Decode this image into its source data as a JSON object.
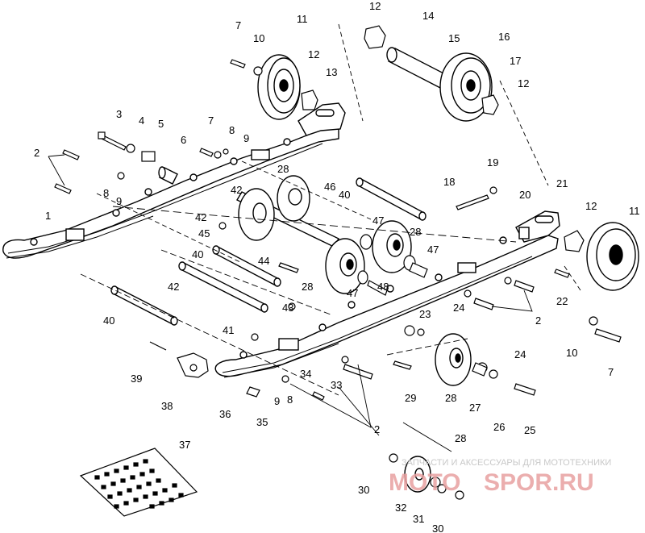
{
  "diagram": {
    "type": "exploded-parts-view",
    "line_color": "#000000",
    "background": "#ffffff",
    "part_labels": [
      {
        "id": "p1",
        "text": "1"
      },
      {
        "id": "p2a",
        "text": "2"
      },
      {
        "id": "p2b",
        "text": "2"
      },
      {
        "id": "p2c",
        "text": "2"
      },
      {
        "id": "p3",
        "text": "3"
      },
      {
        "id": "p4",
        "text": "4"
      },
      {
        "id": "p5",
        "text": "5"
      },
      {
        "id": "p6",
        "text": "6"
      },
      {
        "id": "p7a",
        "text": "7"
      },
      {
        "id": "p7b",
        "text": "7"
      },
      {
        "id": "p7c",
        "text": "7"
      },
      {
        "id": "p8a",
        "text": "8"
      },
      {
        "id": "p8b",
        "text": "8"
      },
      {
        "id": "p8c",
        "text": "8"
      },
      {
        "id": "p9a",
        "text": "9"
      },
      {
        "id": "p9b",
        "text": "9"
      },
      {
        "id": "p9c",
        "text": "9"
      },
      {
        "id": "p10a",
        "text": "10"
      },
      {
        "id": "p10b",
        "text": "10"
      },
      {
        "id": "p11a",
        "text": "11"
      },
      {
        "id": "p11b",
        "text": "11"
      },
      {
        "id": "p12a",
        "text": "12"
      },
      {
        "id": "p12b",
        "text": "12"
      },
      {
        "id": "p12c",
        "text": "12"
      },
      {
        "id": "p12d",
        "text": "12"
      },
      {
        "id": "p13",
        "text": "13"
      },
      {
        "id": "p14",
        "text": "14"
      },
      {
        "id": "p15",
        "text": "15"
      },
      {
        "id": "p16",
        "text": "16"
      },
      {
        "id": "p17",
        "text": "17"
      },
      {
        "id": "p18",
        "text": "18"
      },
      {
        "id": "p19",
        "text": "19"
      },
      {
        "id": "p20",
        "text": "20"
      },
      {
        "id": "p21",
        "text": "21"
      },
      {
        "id": "p22",
        "text": "22"
      },
      {
        "id": "p23",
        "text": "23"
      },
      {
        "id": "p24a",
        "text": "24"
      },
      {
        "id": "p24b",
        "text": "24"
      },
      {
        "id": "p25",
        "text": "25"
      },
      {
        "id": "p26",
        "text": "26"
      },
      {
        "id": "p27",
        "text": "27"
      },
      {
        "id": "p28a",
        "text": "28"
      },
      {
        "id": "p28b",
        "text": "28"
      },
      {
        "id": "p28c",
        "text": "28"
      },
      {
        "id": "p28d",
        "text": "28"
      },
      {
        "id": "p28e",
        "text": "28"
      },
      {
        "id": "p29",
        "text": "29"
      },
      {
        "id": "p30a",
        "text": "30"
      },
      {
        "id": "p30b",
        "text": "30"
      },
      {
        "id": "p31",
        "text": "31"
      },
      {
        "id": "p32",
        "text": "32"
      },
      {
        "id": "p33",
        "text": "33"
      },
      {
        "id": "p34",
        "text": "34"
      },
      {
        "id": "p35",
        "text": "35"
      },
      {
        "id": "p36",
        "text": "36"
      },
      {
        "id": "p37",
        "text": "37"
      },
      {
        "id": "p38",
        "text": "38"
      },
      {
        "id": "p39",
        "text": "39"
      },
      {
        "id": "p40a",
        "text": "40"
      },
      {
        "id": "p40b",
        "text": "40"
      },
      {
        "id": "p40c",
        "text": "40"
      },
      {
        "id": "p41",
        "text": "41"
      },
      {
        "id": "p42a",
        "text": "42"
      },
      {
        "id": "p42b",
        "text": "42"
      },
      {
        "id": "p42c",
        "text": "42"
      },
      {
        "id": "p43",
        "text": "43"
      },
      {
        "id": "p44",
        "text": "44"
      },
      {
        "id": "p45",
        "text": "45"
      },
      {
        "id": "p46",
        "text": "46"
      },
      {
        "id": "p47a",
        "text": "47"
      },
      {
        "id": "p47b",
        "text": "47"
      },
      {
        "id": "p47c",
        "text": "47"
      },
      {
        "id": "p48",
        "text": "48"
      }
    ]
  },
  "watermark": {
    "caption": "ЗАПЧАСТИ И АКСЕССУАРЫ ДЛЯ МОТОТЕХНИКИ",
    "brand_left": "MOTO",
    "brand_right": "SPOR.RU",
    "caption_color": "#c8c8c8",
    "brand_color": "#e8a0a0"
  }
}
